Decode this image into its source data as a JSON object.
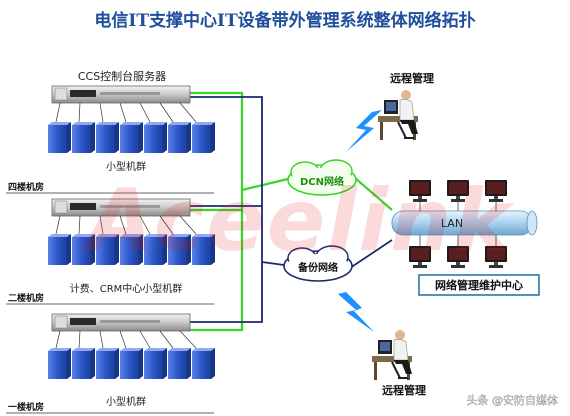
{
  "title": "电信IT支撑中心IT设备带外管理系统整体网络拓扑",
  "ccs_label": "CCS控制台服务器",
  "remote_top": "远程管理",
  "remote_bottom": "远程管理",
  "dcn_label": "DCN网络",
  "backup_label": "备份网络",
  "lan_label": "LAN",
  "nmc_label": "网络管理维护中心",
  "cluster1": "小型机群",
  "cluster2": "计费、CRM中心小型机群",
  "cluster3": "小型机群",
  "floor4": "四楼机房",
  "floor2": "二楼机房",
  "floor1": "一楼机房",
  "watermark": "Aceelink",
  "credit": "头条 @安防自媒体",
  "colors": {
    "title": "#1f4e9c",
    "server_blue": "#2e58c8",
    "green_line": "#39d42a",
    "navy_line": "#1a2a6c",
    "nmc_border": "#1c6ea4",
    "lightning": "#1e90ff",
    "watermark": "#e31a1a"
  }
}
